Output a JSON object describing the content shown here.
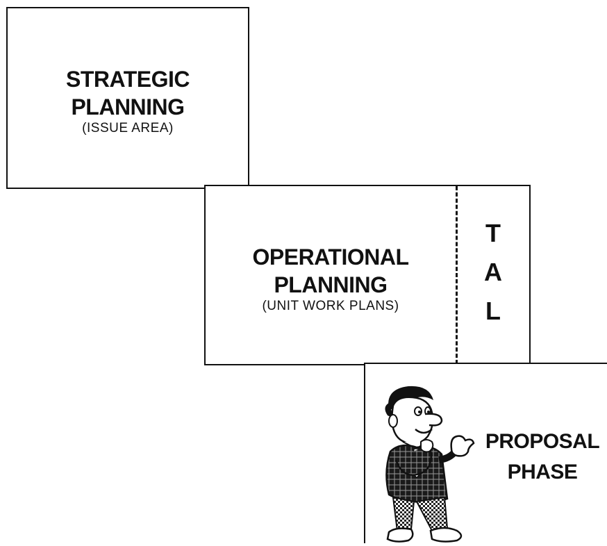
{
  "strategic": {
    "title_line1": "STRATEGIC",
    "title_line2": "PLANNING",
    "subtitle": "(ISSUE AREA)"
  },
  "operational": {
    "title_line1": "OPERATIONAL",
    "title_line2": "PLANNING",
    "subtitle": "(UNIT WORK PLANS)"
  },
  "tal": {
    "letters": [
      "T",
      "A",
      "L"
    ]
  },
  "proposal": {
    "title_line1": "PROPOSAL",
    "title_line2": "PHASE",
    "figure_icon": "thinking-man-cartoon-icon"
  },
  "colors": {
    "ink": "#111111",
    "paper": "#ffffff"
  }
}
